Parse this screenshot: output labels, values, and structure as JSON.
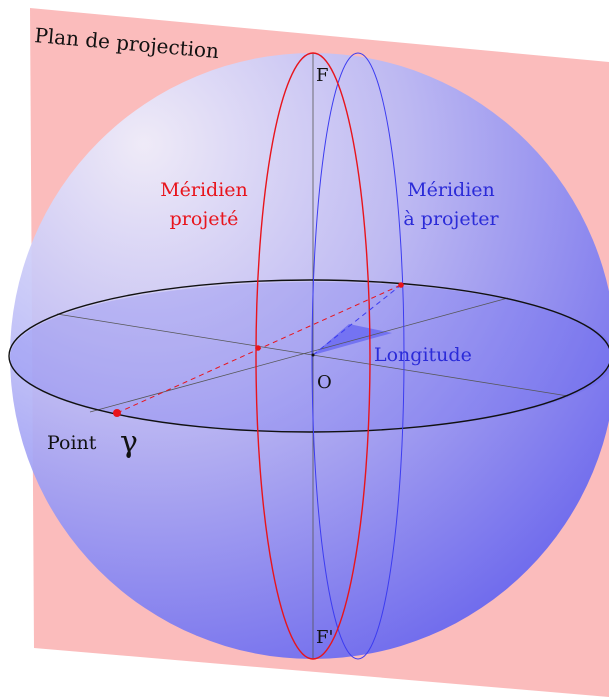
{
  "labels": {
    "plane": "Plan de projection",
    "north": "F",
    "south": "F'",
    "center": "O",
    "projected_meridian_line1": "Méridien",
    "projected_meridian_line2": "projeté",
    "meridian_to_project_line1": "Méridien",
    "meridian_to_project_line2": "à projeter",
    "longitude": "Longitude",
    "point": "Point",
    "point_symbol": "γ"
  },
  "colors": {
    "plane_fill": "#fbbcbc",
    "sphere_light": "#eeeefc",
    "sphere_dark": "#5f5ff0",
    "projected_meridian": "#e8141c",
    "meridian_to_project": "#3c3cf0",
    "equator": "#111111",
    "axis": "#555555",
    "longitude_wedge": "#6b6bf2",
    "projected_text": "#e8141c",
    "meridian_text": "#2b2bd8",
    "black_text": "#111111"
  }
}
